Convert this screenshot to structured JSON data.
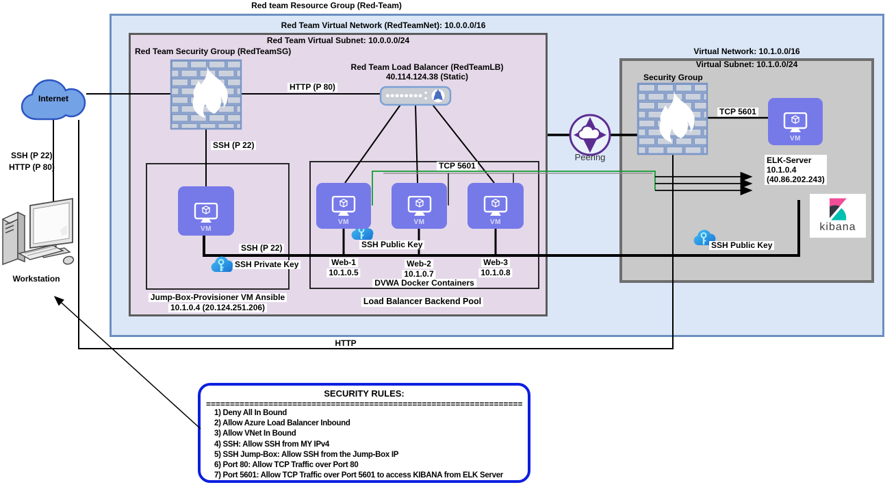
{
  "diagram": {
    "resource_group_label": "Red team Resource Group (Red-Team)",
    "internet_label": "Internet",
    "workstation_label": "Workstation",
    "vm_label": "VM",
    "kibana_label": "kibana",
    "left_network": {
      "vnet_label": "Red Team Virtual Network (RedTeamNet): 10.0.0.0/16",
      "subnet_label": "Red Team Virtual Subnet: 10.0.0.0/24",
      "security_group_label": "Red Team Security Group (RedTeamSG)",
      "load_balancer": {
        "name": "Red Team Load Balancer (RedTeamLB)",
        "ip": "40.114.124.38 (Static)"
      }
    },
    "jump_box": {
      "name": "Jump-Box-Provisioner VM Ansible",
      "ip": "10.1.0.4 (20.124.251.206)"
    },
    "dvwa": {
      "container_label": "DVWA Docker Containers",
      "pool_label": "Load Balancer Backend Pool",
      "vms": [
        {
          "name": "Web-1",
          "ip": "10.1.0.5"
        },
        {
          "name": "Web-2",
          "ip": "10.1.0.7"
        },
        {
          "name": "Web-3",
          "ip": "10.1.0.8"
        }
      ]
    },
    "right_network": {
      "vnet_label": "Virtual Network: 10.1.0.0/16",
      "subnet_label": "Virtual Subnet: 10.1.0.0/24",
      "security_group_label": "Security Group",
      "elk": {
        "name": "ELK-Server",
        "ip": "10.1.0.4",
        "public_ip": "(40.86.202.243)"
      }
    },
    "edges": {
      "http_p80": "HTTP (P 80)",
      "ssh_p22_firewall": "SSH (P 22)",
      "ssh_p22_jump": "SSH (P 22)",
      "tcp_5601_pool": "TCP 5601",
      "tcp_5601_elk": "TCP 5601",
      "http_bottom": "HTTP",
      "peering": "Peering",
      "workstation_ssh": "SSH (P 22)",
      "workstation_http": "HTTP (P 80)"
    },
    "keys": {
      "private": "SSH Private Key",
      "public_web": "SSH Public Key",
      "public_elk": "SSH Public Key"
    },
    "security_rules": {
      "title": "SECURITY RULES:",
      "separator": "========================================================================================================",
      "items": [
        "1) Deny All In Bound",
        "2) Allow Azure Load Balancer Inbound",
        "3) Allow VNet In Bound",
        "4) SSH: Allow SSH from MY IPv4",
        "5) SSH Jump-Box: Allow SSH from the Jump-Box IP",
        "6) Port 80: Allow TCP Traffic over Port 80",
        "7) Port 5601: Allow TCP Traffic over Port 5601 to access KIBANA from ELK Server"
      ]
    },
    "colors": {
      "vnet_fill": "#dbe7f7",
      "subnet_fill": "#e5d9e9",
      "right_net_fill": "#c9c9c9",
      "vm_purple": "#7679e8",
      "rule_border_blue": "#0d1fe0",
      "tcp_line_green": "#149a30",
      "peering_purple": "#5c2d91",
      "kibana_pink": "#f04e98",
      "kibana_teal": "#00bfb3",
      "kibana_dark": "#343741"
    }
  }
}
